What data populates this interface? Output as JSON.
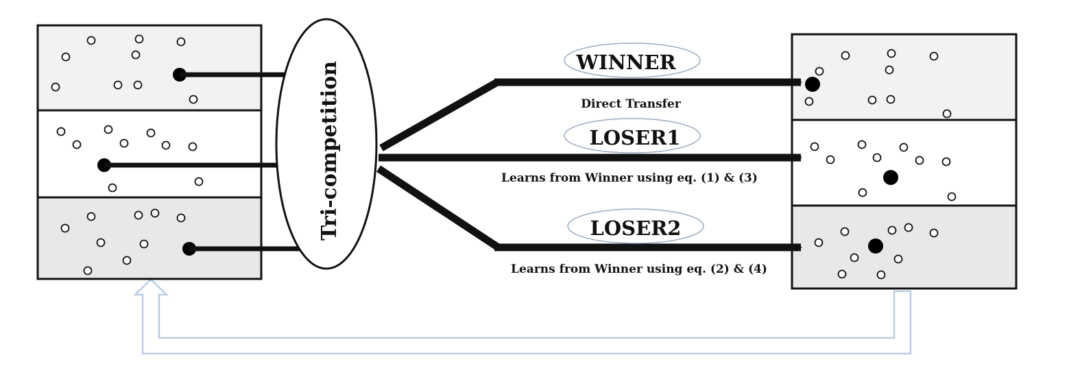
{
  "central": {
    "label": "Tri-competition"
  },
  "outcomes": [
    {
      "tag": "WINNER",
      "description": "Direct Transfer"
    },
    {
      "tag": "LOSER1",
      "description": "Learns from Winner using eq. (1) & (3)"
    },
    {
      "tag": "LOSER2",
      "description": "Learns from Winner using eq. (2) & (4)"
    }
  ],
  "colors": {
    "box_light": "#f2f2f2",
    "box_white": "#ffffff",
    "box_gray": "#e8e8e8",
    "stroke": "#111111",
    "tag_border": "#9aaac0",
    "feedback_arrow": "#b9cde3"
  }
}
